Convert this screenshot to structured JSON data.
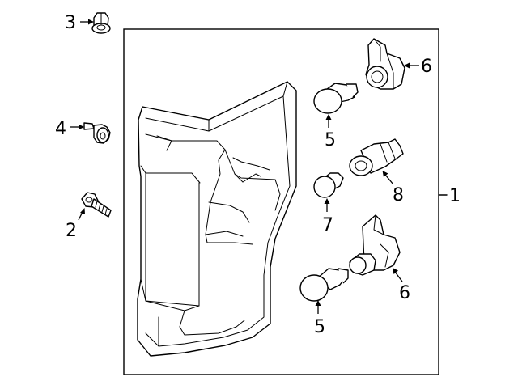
{
  "callouts": {
    "c1": "1",
    "c2": "2",
    "c3": "3",
    "c4": "4",
    "c5a": "5",
    "c5b": "5",
    "c6a": "6",
    "c6b": "6",
    "c7": "7",
    "c8": "8"
  }
}
